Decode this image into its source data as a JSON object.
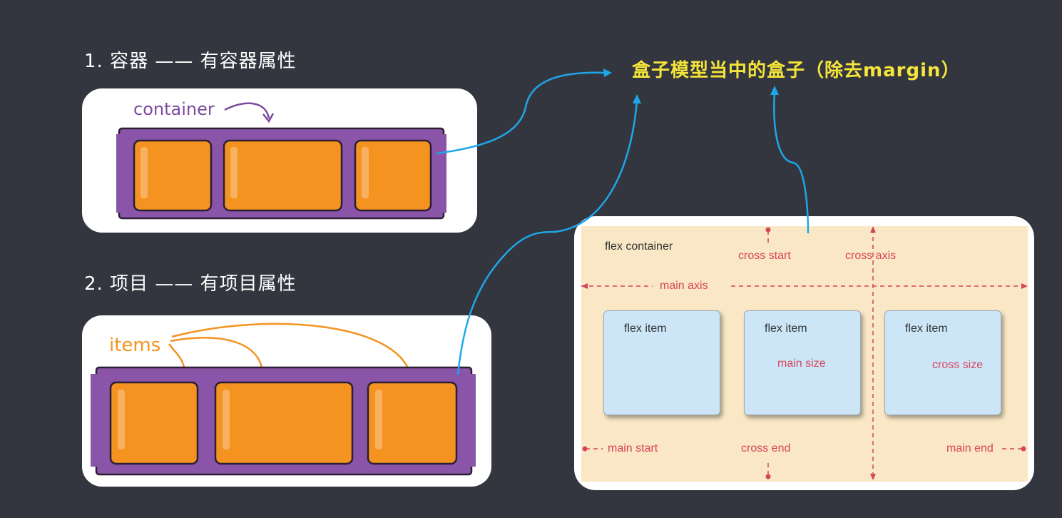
{
  "labels": {
    "container_heading": "1. 容器 —— 有容器属性",
    "items_heading": "2. 项目 —— 有项目属性",
    "box_model_title": "盒子模型当中的盒子（除去margin）"
  },
  "illustration_container": {
    "caption": "container"
  },
  "illustration_items": {
    "caption": "items"
  },
  "flex_diagram": {
    "container_label": "flex container",
    "cross_start": "cross start",
    "cross_axis": "cross axis",
    "main_axis": "main axis",
    "items": [
      "flex item",
      "flex item",
      "flex item"
    ],
    "main_size": "main size",
    "cross_size": "cross size",
    "main_start": "main start",
    "cross_end": "cross end",
    "main_end": "main end"
  },
  "colors": {
    "background": "#33363f",
    "title": "#f5e43a",
    "arrow": "#1ea7e8",
    "purple": "#7e4a9e",
    "orange": "#f4931f",
    "diagram_red": "#d8445a"
  }
}
